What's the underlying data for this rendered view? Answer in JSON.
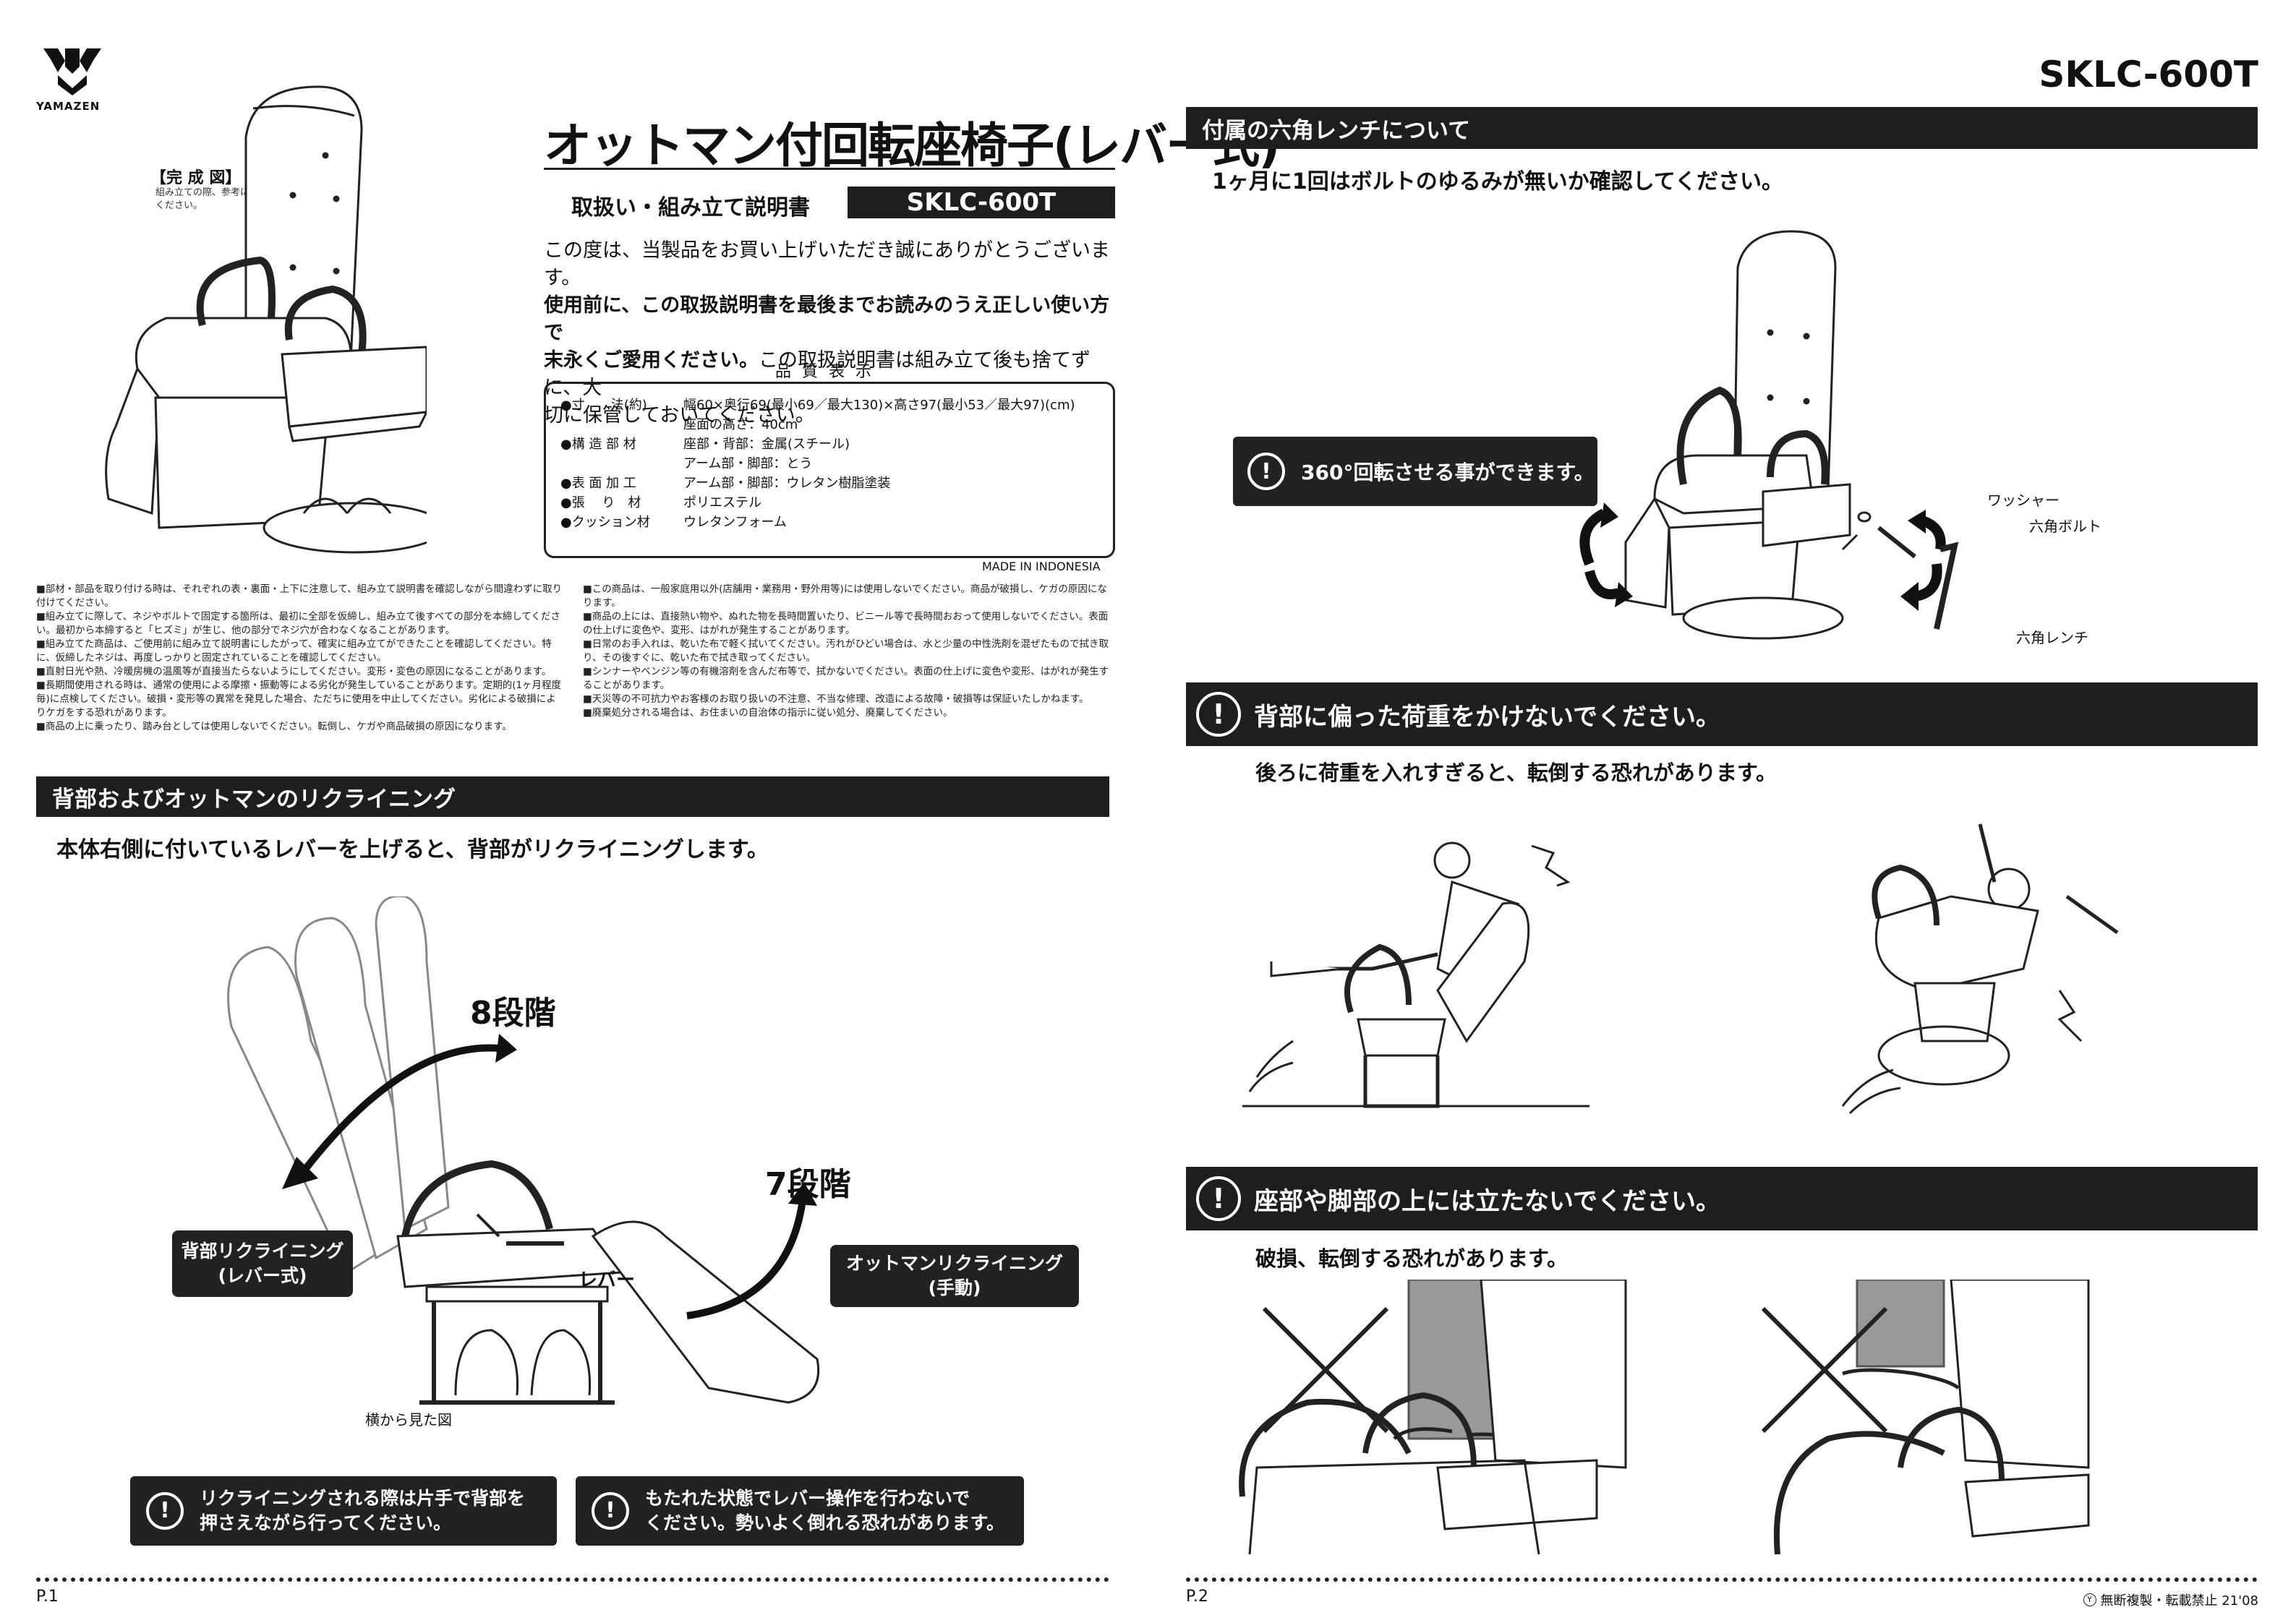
{
  "brand": {
    "name": "YAMAZEN"
  },
  "p1": {
    "finished_label": "【完 成 図】",
    "finished_note": "組み立ての際、参考にしてください。",
    "title": "オットマン付回転座椅子(レバー式)",
    "subtitle": "取扱い・組み立て説明書",
    "model": "SKLC-600T",
    "intro_1": "この度は、当製品をお買い上げいただき誠にありがとうございます。",
    "intro_2": "使用前に、この取扱説明書を最後までお読みのうえ正しい使い方で",
    "intro_3a": "末永くご愛用ください。",
    "intro_3b": "この取扱説明書は組み立て後も捨てずに、大",
    "intro_4": "切に保管しておいてください。",
    "quality_title": "品 質 表 示",
    "quality": [
      {
        "k": "●寸　　法(約)",
        "v": "幅60×奥行69(最小69／最大130)×高さ97(最小53／最大97)(cm)"
      },
      {
        "k": "",
        "v": "座面の高さ：40cm"
      },
      {
        "k": "●構 造 部 材",
        "v": "座部・背部：金属(スチール)"
      },
      {
        "k": "",
        "v": "アーム部・脚部：とう"
      },
      {
        "k": "●表 面 加 工",
        "v": "アーム部・脚部：ウレタン樹脂塗装"
      },
      {
        "k": "●張　 り　材",
        "v": "ポリエステル"
      },
      {
        "k": "●クッション材",
        "v": "ウレタンフォーム"
      }
    ],
    "made_in": "MADE IN INDONESIA",
    "notes_left": [
      "■部材・部品を取り付ける時は、それぞれの表・裏面・上下に注意して、組み立て説明書を確認しながら間違わずに取り付けてください。",
      "■組み立てに際して、ネジやボルトで固定する箇所は、最初に全部を仮締し、組み立て後すべての部分を本締してください。最初から本締すると「ヒズミ」が生じ、他の部分でネジ穴が合わなくなることがあります。",
      "■組み立てた商品は、ご使用前に組み立て説明書にしたがって、確実に組み立てができたことを確認してください。特に、仮締したネジは、再度しっかりと固定されていることを確認してください。",
      "■直射日光や熱、冷暖房機の温風等が直接当たらないようにしてください。変形・変色の原因になることがあります。",
      "■長期間使用される時は、通常の使用による摩擦・振動等による劣化が発生していることがあります。定期的(1ヶ月程度毎)に点検してください。破損・変形等の異常を発見した場合、ただちに使用を中止してください。劣化による破損によりケガをする恐れがあります。",
      "■商品の上に乗ったり、踏み台としては使用しないでください。転倒し、ケガや商品破損の原因になります。"
    ],
    "notes_right": [
      "■この商品は、一般家庭用以外(店舗用・業務用・野外用等)には使用しないでください。商品が破損し、ケガの原因になります。",
      "■商品の上には、直接熱い物や、ぬれた物を長時間置いたり、ビニール等で長時間おおって使用しないでください。表面の仕上げに変色や、変形、はがれが発生することがあります。",
      "■日常のお手入れは、乾いた布で軽く拭いてください。汚れがひどい場合は、水と少量の中性洗剤を混ぜたもので拭き取り、その後すぐに、乾いた布で拭き取ってください。",
      "■シンナーやベンジン等の有機溶剤を含んだ布等で、拭かないでください。表面の仕上げに変色や変形、はがれが発生することがあります。",
      "■天災等の不可抗力やお客様のお取り扱いの不注意、不当な修理、改造による故障・破損等は保証いたしかねます。",
      "■廃棄処分される場合は、お住まいの自治体の指示に従い処分、廃棄してください。"
    ],
    "section_title": "背部およびオットマンのリクライニング",
    "section_desc": "本体右側に付いているレバーを上げると、背部がリクライニングします。",
    "back_steps": "8段階",
    "ottoman_steps": "7段階",
    "back_label_1": "背部リクライニング",
    "back_label_2": "(レバー式)",
    "ottoman_label_1": "オットマンリクライニング",
    "ottoman_label_2": "(手動)",
    "lever_label": "レバー",
    "side_view": "横から見た図",
    "warn1_a": "リクライニングされる際は片手で背部を",
    "warn1_b": "押さえながら行ってください。",
    "warn2_a": "もたれた状態でレバー操作を行わないで",
    "warn2_b": "ください。勢いよく倒れる恐れがあります。",
    "page_no": "P.1"
  },
  "p2": {
    "model": "SKLC-600T",
    "wrench_title": "付属の六角レンチについて",
    "wrench_desc": "1ヶ月に1回はボルトのゆるみが無いか確認してください。",
    "rotate_label": "360°回転させる事ができます。",
    "washer": "ワッシャー",
    "bolt": "六角ボルト",
    "wrench": "六角レンチ",
    "warn_back_title": "背部に偏った荷重をかけないでください。",
    "warn_back_desc": "後ろに荷重を入れすぎると、転倒する恐れがあります。",
    "warn_stand_title": "座部や脚部の上には立たないでください。",
    "warn_stand_desc": "破損、転倒する恐れがあります。",
    "page_no": "P.2",
    "footer": "無断複製・転載禁止 21'08",
    "footer_mark": "Y"
  },
  "icons": {
    "caution": "exclamation-icon",
    "rotate": "rotate-arrow-icon",
    "x": "prohibited-x-icon"
  }
}
